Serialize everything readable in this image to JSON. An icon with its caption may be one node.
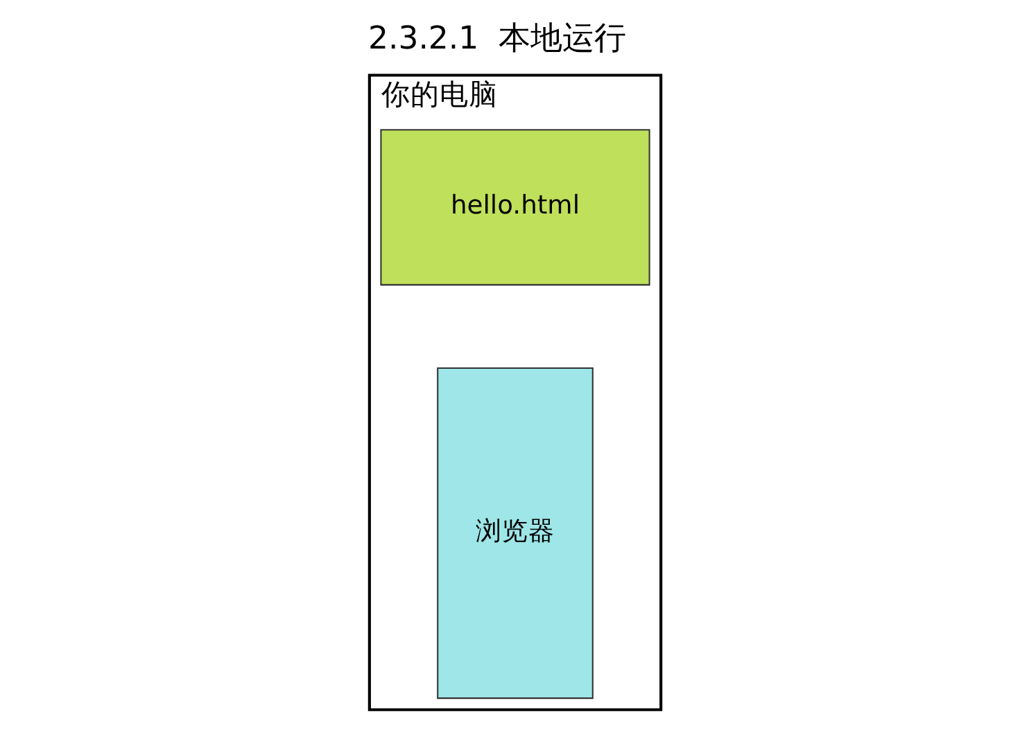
{
  "diagram": {
    "title": "2.3.2.1  本地运行",
    "nodes": [
      {
        "text": [
          "你的电脑"
        ]
      },
      {
        "text": [
          "hello.html"
        ],
        "in": 0
      },
      {
        "text": [
          "浏览器"
        ],
        "in": 0
      }
    ]
  }
}
